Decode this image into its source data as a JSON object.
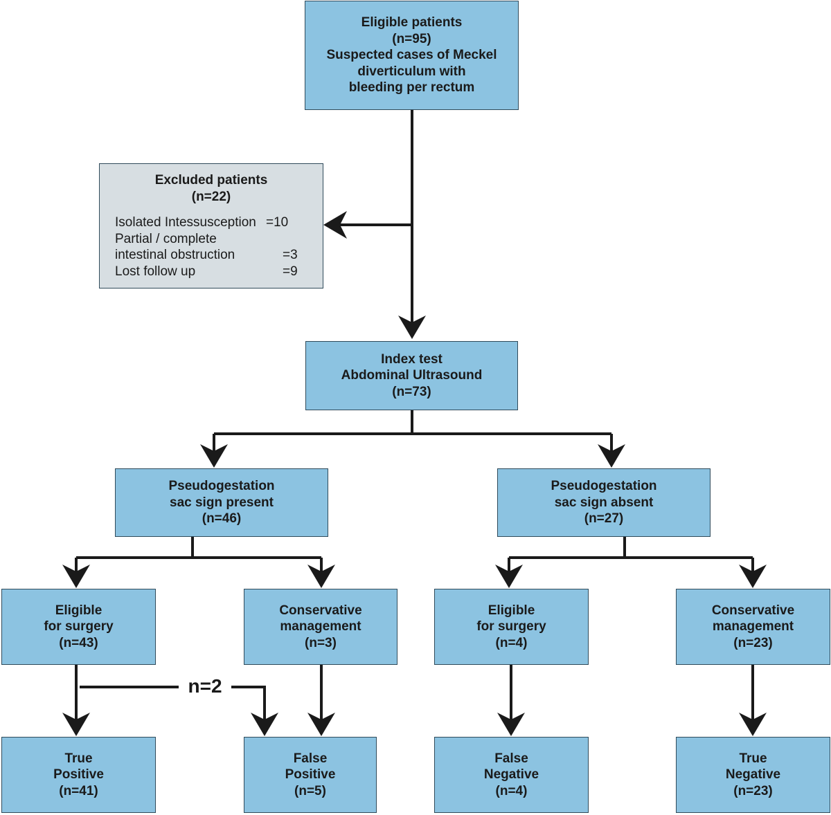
{
  "boxes": {
    "eligible": {
      "lines": [
        "Eligible patients",
        "(n=95)",
        "Suspected cases of Meckel",
        "diverticulum with",
        "bleeding per rectum"
      ]
    },
    "excluded": {
      "title": "Excluded patients",
      "count": "(n=22)",
      "items": [
        {
          "label": "Isolated Intessusception",
          "value": "=10"
        },
        {
          "label": "Partial / complete",
          "value": ""
        },
        {
          "label": "intestinal obstruction",
          "value": "=3"
        },
        {
          "label": "Lost follow up",
          "value": "=9"
        }
      ]
    },
    "index_test": {
      "lines": [
        "Index test",
        "Abdominal Ultrasound",
        "(n=73)"
      ]
    },
    "sign_present": {
      "lines": [
        "Pseudogestation",
        "sac sign present",
        "(n=46)"
      ]
    },
    "sign_absent": {
      "lines": [
        "Pseudogestation",
        "sac sign absent",
        "(n=27)"
      ]
    },
    "surgery_present": {
      "lines": [
        "Eligible",
        "for surgery",
        "(n=43)"
      ]
    },
    "conservative_present": {
      "lines": [
        "Conservative",
        "management",
        "(n=3)"
      ]
    },
    "surgery_absent": {
      "lines": [
        "Eligible",
        "for surgery",
        "(n=4)"
      ]
    },
    "conservative_absent": {
      "lines": [
        "Conservative",
        "management",
        "(n=23)"
      ]
    },
    "true_positive": {
      "lines": [
        "True",
        "Positive",
        "(n=41)"
      ]
    },
    "false_positive": {
      "lines": [
        "False",
        "Positive",
        "(n=5)"
      ]
    },
    "false_negative": {
      "lines": [
        "False",
        "Negative",
        "(n=4)"
      ]
    },
    "true_negative": {
      "lines": [
        "True",
        "Negative",
        "(n=23)"
      ]
    }
  },
  "crossover_label": "n=2",
  "colors": {
    "box_fill": "#8cc3e1",
    "excluded_fill": "#d7dee2",
    "line": "#1a1a1a"
  }
}
